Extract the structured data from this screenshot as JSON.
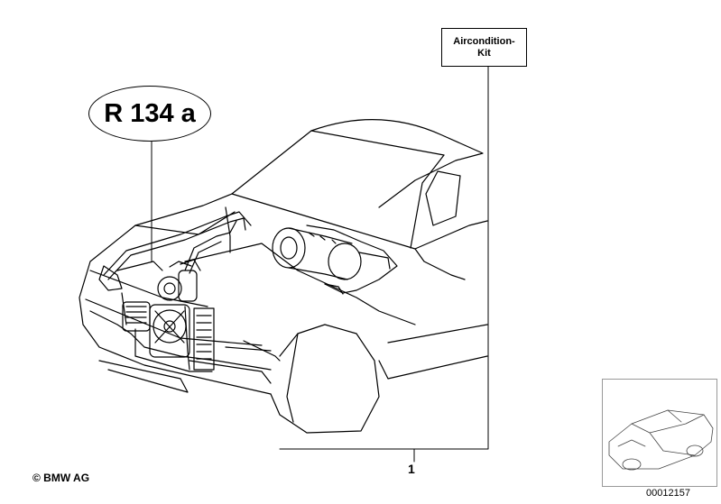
{
  "labels": {
    "refrigerant": "R 134 a",
    "kit_line1": "Aircondition-",
    "kit_line2": "Kit",
    "part_number": "1",
    "copyright": "© BMW AG",
    "diagram_id": "00012157"
  }
}
